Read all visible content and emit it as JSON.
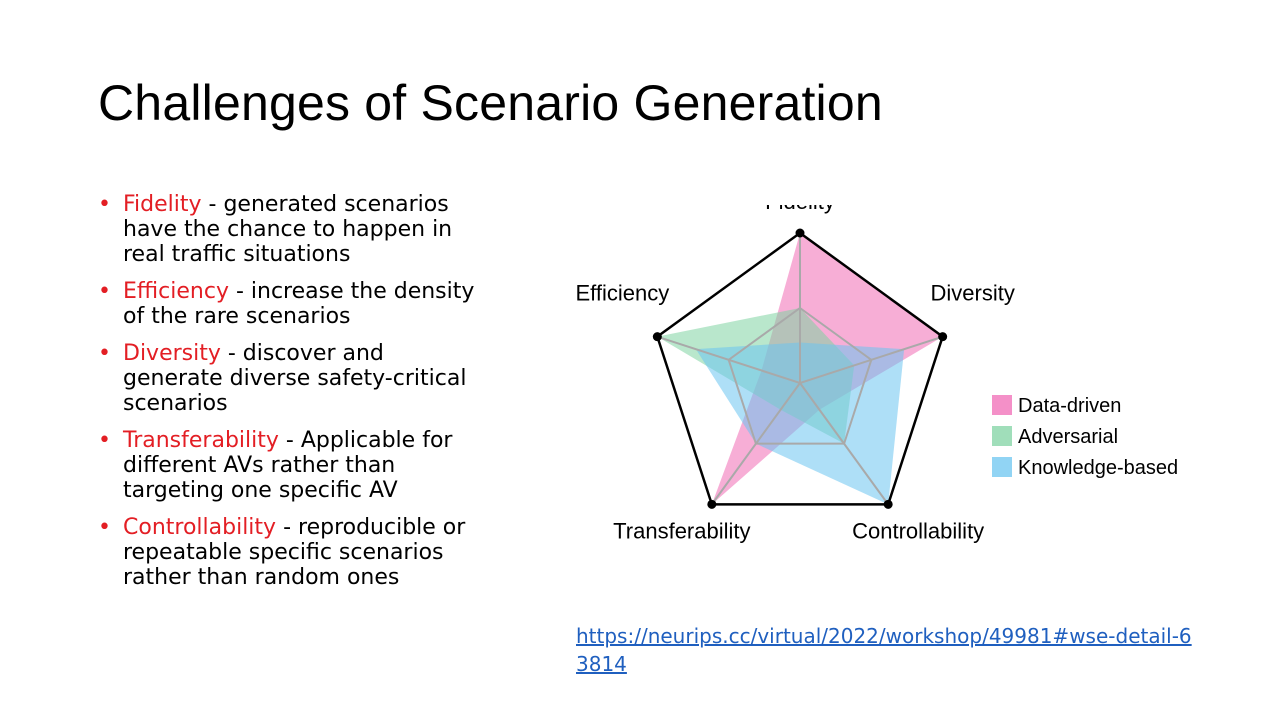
{
  "slide": {
    "title": "Challenges of Scenario Generation",
    "bullets": [
      {
        "term": "Fidelity",
        "text": " - generated scenarios have the chance to happen in real traffic situations"
      },
      {
        "term": "Efficiency",
        "text": " - increase the density of the rare scenarios"
      },
      {
        "term": "Diversity",
        "text": " - discover and generate diverse safety-critical scenarios"
      },
      {
        "term": "Transferability",
        "text": " - Applicable for different AVs rather than targeting one specific AV"
      },
      {
        "term": "Controllability",
        "text": " - reproducible or repeatable specific scenarios rather than random ones"
      }
    ],
    "link": "https://neurips.cc/virtual/2022/workshop/49981#wse-detail-63814"
  },
  "colors": {
    "term": "#e31e24",
    "link": "#1f5fbf",
    "data_driven": "#f06bb5",
    "adversarial": "#80d3a3",
    "knowledge_based": "#6cc5f0"
  },
  "chart_data": {
    "type": "radar",
    "axes": [
      "Fidelity",
      "Diversity",
      "Controllability",
      "Transferability",
      "Efficiency"
    ],
    "range": [
      0,
      1
    ],
    "grid_levels": [
      0.5,
      1.0
    ],
    "series": [
      {
        "name": "Data-driven",
        "values": [
          1.0,
          1.0,
          0.22,
          1.0,
          0.27
        ]
      },
      {
        "name": "Adversarial",
        "values": [
          0.5,
          0.38,
          0.5,
          0.22,
          1.0
        ]
      },
      {
        "name": "Knowledge-based",
        "values": [
          0.27,
          0.73,
          1.0,
          0.5,
          0.73
        ]
      }
    ],
    "legend": "right"
  }
}
